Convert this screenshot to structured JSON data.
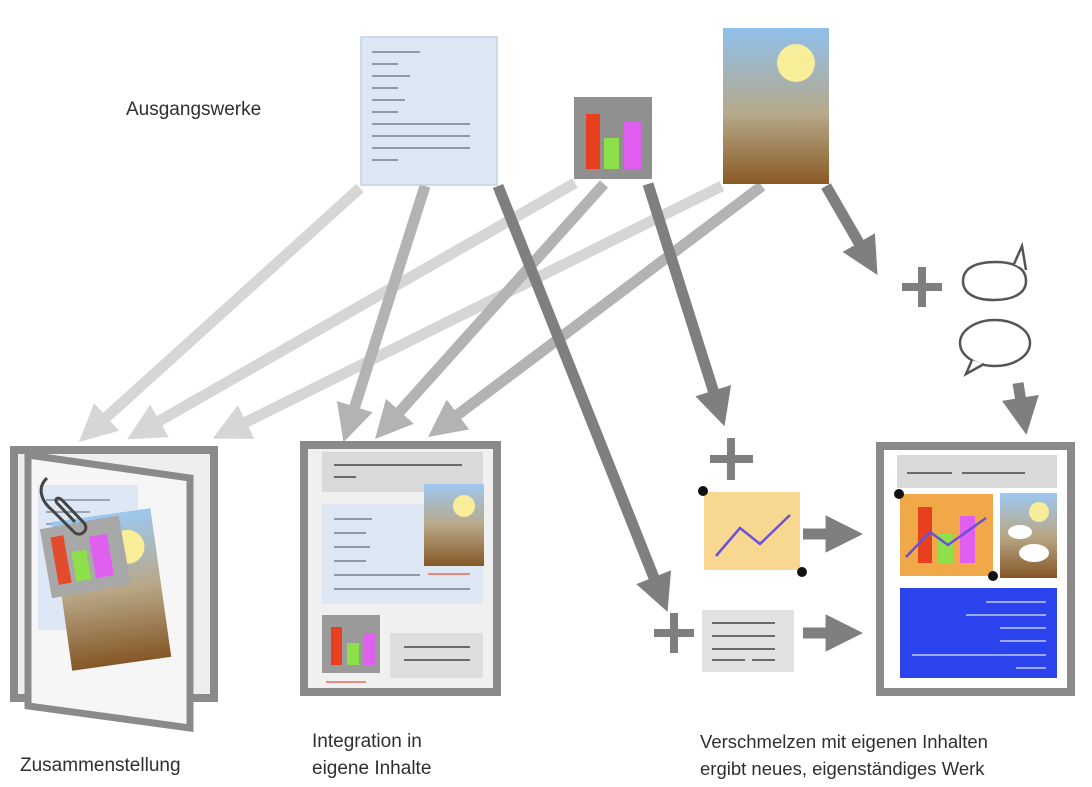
{
  "labels": {
    "sources": "Ausgangswerke",
    "compilation": "Zusammenstellung",
    "integration_line1": "Integration in",
    "integration_line2": "eigene Inhalte",
    "merge_line1": "Verschmelzen mit eigenen Inhalten",
    "merge_line2": "ergibt neues, eigenständiges Werk"
  },
  "colors": {
    "arrow_light": "#d6d6d6",
    "arrow_mid": "#b3b3b3",
    "arrow_dark": "#7f7f7f",
    "text_document": "#dde8f4",
    "chart_bg": "#909090",
    "bar_red": "#e8401e",
    "bar_green": "#8ee04a",
    "bar_magenta": "#e05ef0",
    "photo_sky": "#8fc0ec",
    "photo_ground": "#8a5a24",
    "sun": "#f8ee9a",
    "own_chart_bg": "#f8d890",
    "own_content_blue": "#2b44ee",
    "frame_gray": "#8a8a8a"
  }
}
